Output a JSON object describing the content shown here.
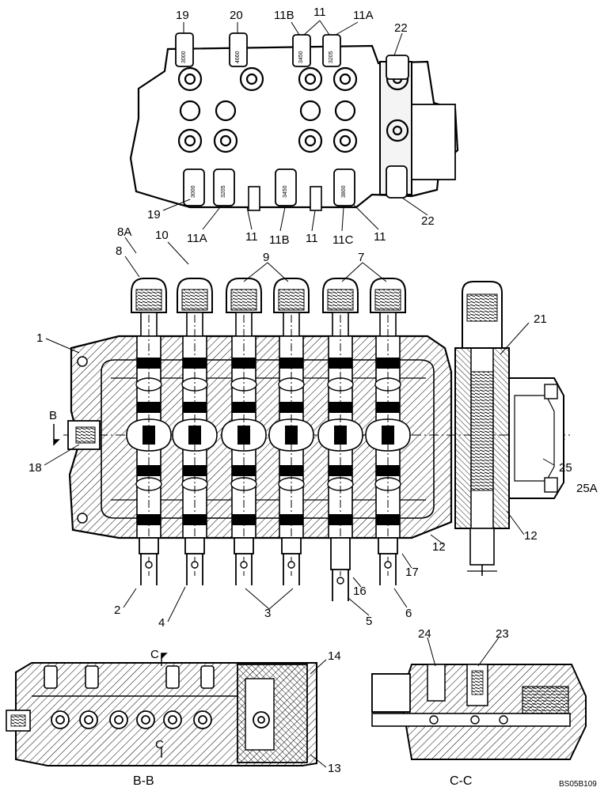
{
  "figure_id": "BS05B109",
  "section_labels": {
    "bb": "B-B",
    "cc": "C-C"
  },
  "cut_markers": {
    "b": "B",
    "c": "C"
  },
  "top_view": {
    "callouts_top": [
      "19",
      "20",
      "11B",
      "11",
      "11A",
      "22"
    ],
    "callouts_bottom": [
      "19",
      "11A",
      "11",
      "11B",
      "11",
      "11C",
      "11",
      "22"
    ],
    "stamps_top": [
      "3000",
      "4660",
      "3450",
      "3205"
    ],
    "stamps_bottom": [
      "3000",
      "3205",
      "3450",
      "3800"
    ]
  },
  "main_view": {
    "callouts": [
      "8A",
      "8",
      "10",
      "9",
      "7",
      "1",
      "21",
      "18",
      "25",
      "25A",
      "12",
      "12",
      "17",
      "2",
      "4",
      "3",
      "16",
      "5",
      "6"
    ]
  },
  "section_bb": {
    "callouts": [
      "14",
      "13"
    ]
  },
  "section_cc": {
    "callouts": [
      "24",
      "23"
    ]
  }
}
